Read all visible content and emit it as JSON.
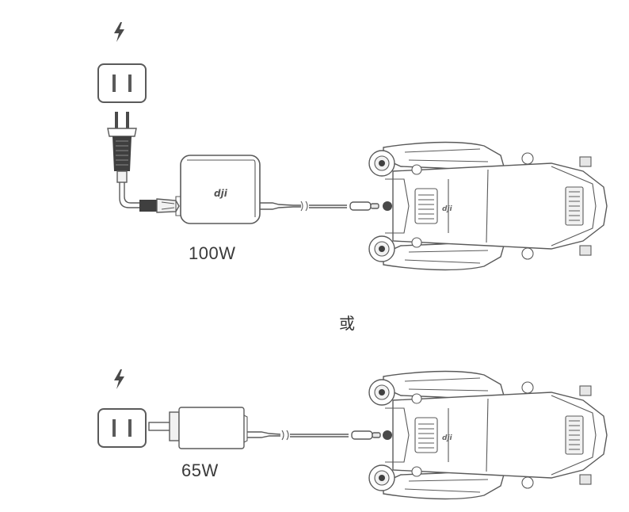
{
  "labels": {
    "charger_100w": "100W",
    "separator": "或",
    "charger_65w": "65W"
  },
  "colors": {
    "line": "#5a5a5a",
    "dark": "#3f3f3f",
    "background": "#ffffff"
  },
  "icons": [
    "power-icon",
    "wall-outlet-icon",
    "ac-plug-icon",
    "dji-logo-icon",
    "usb-c-connector-icon",
    "drone-icon"
  ]
}
